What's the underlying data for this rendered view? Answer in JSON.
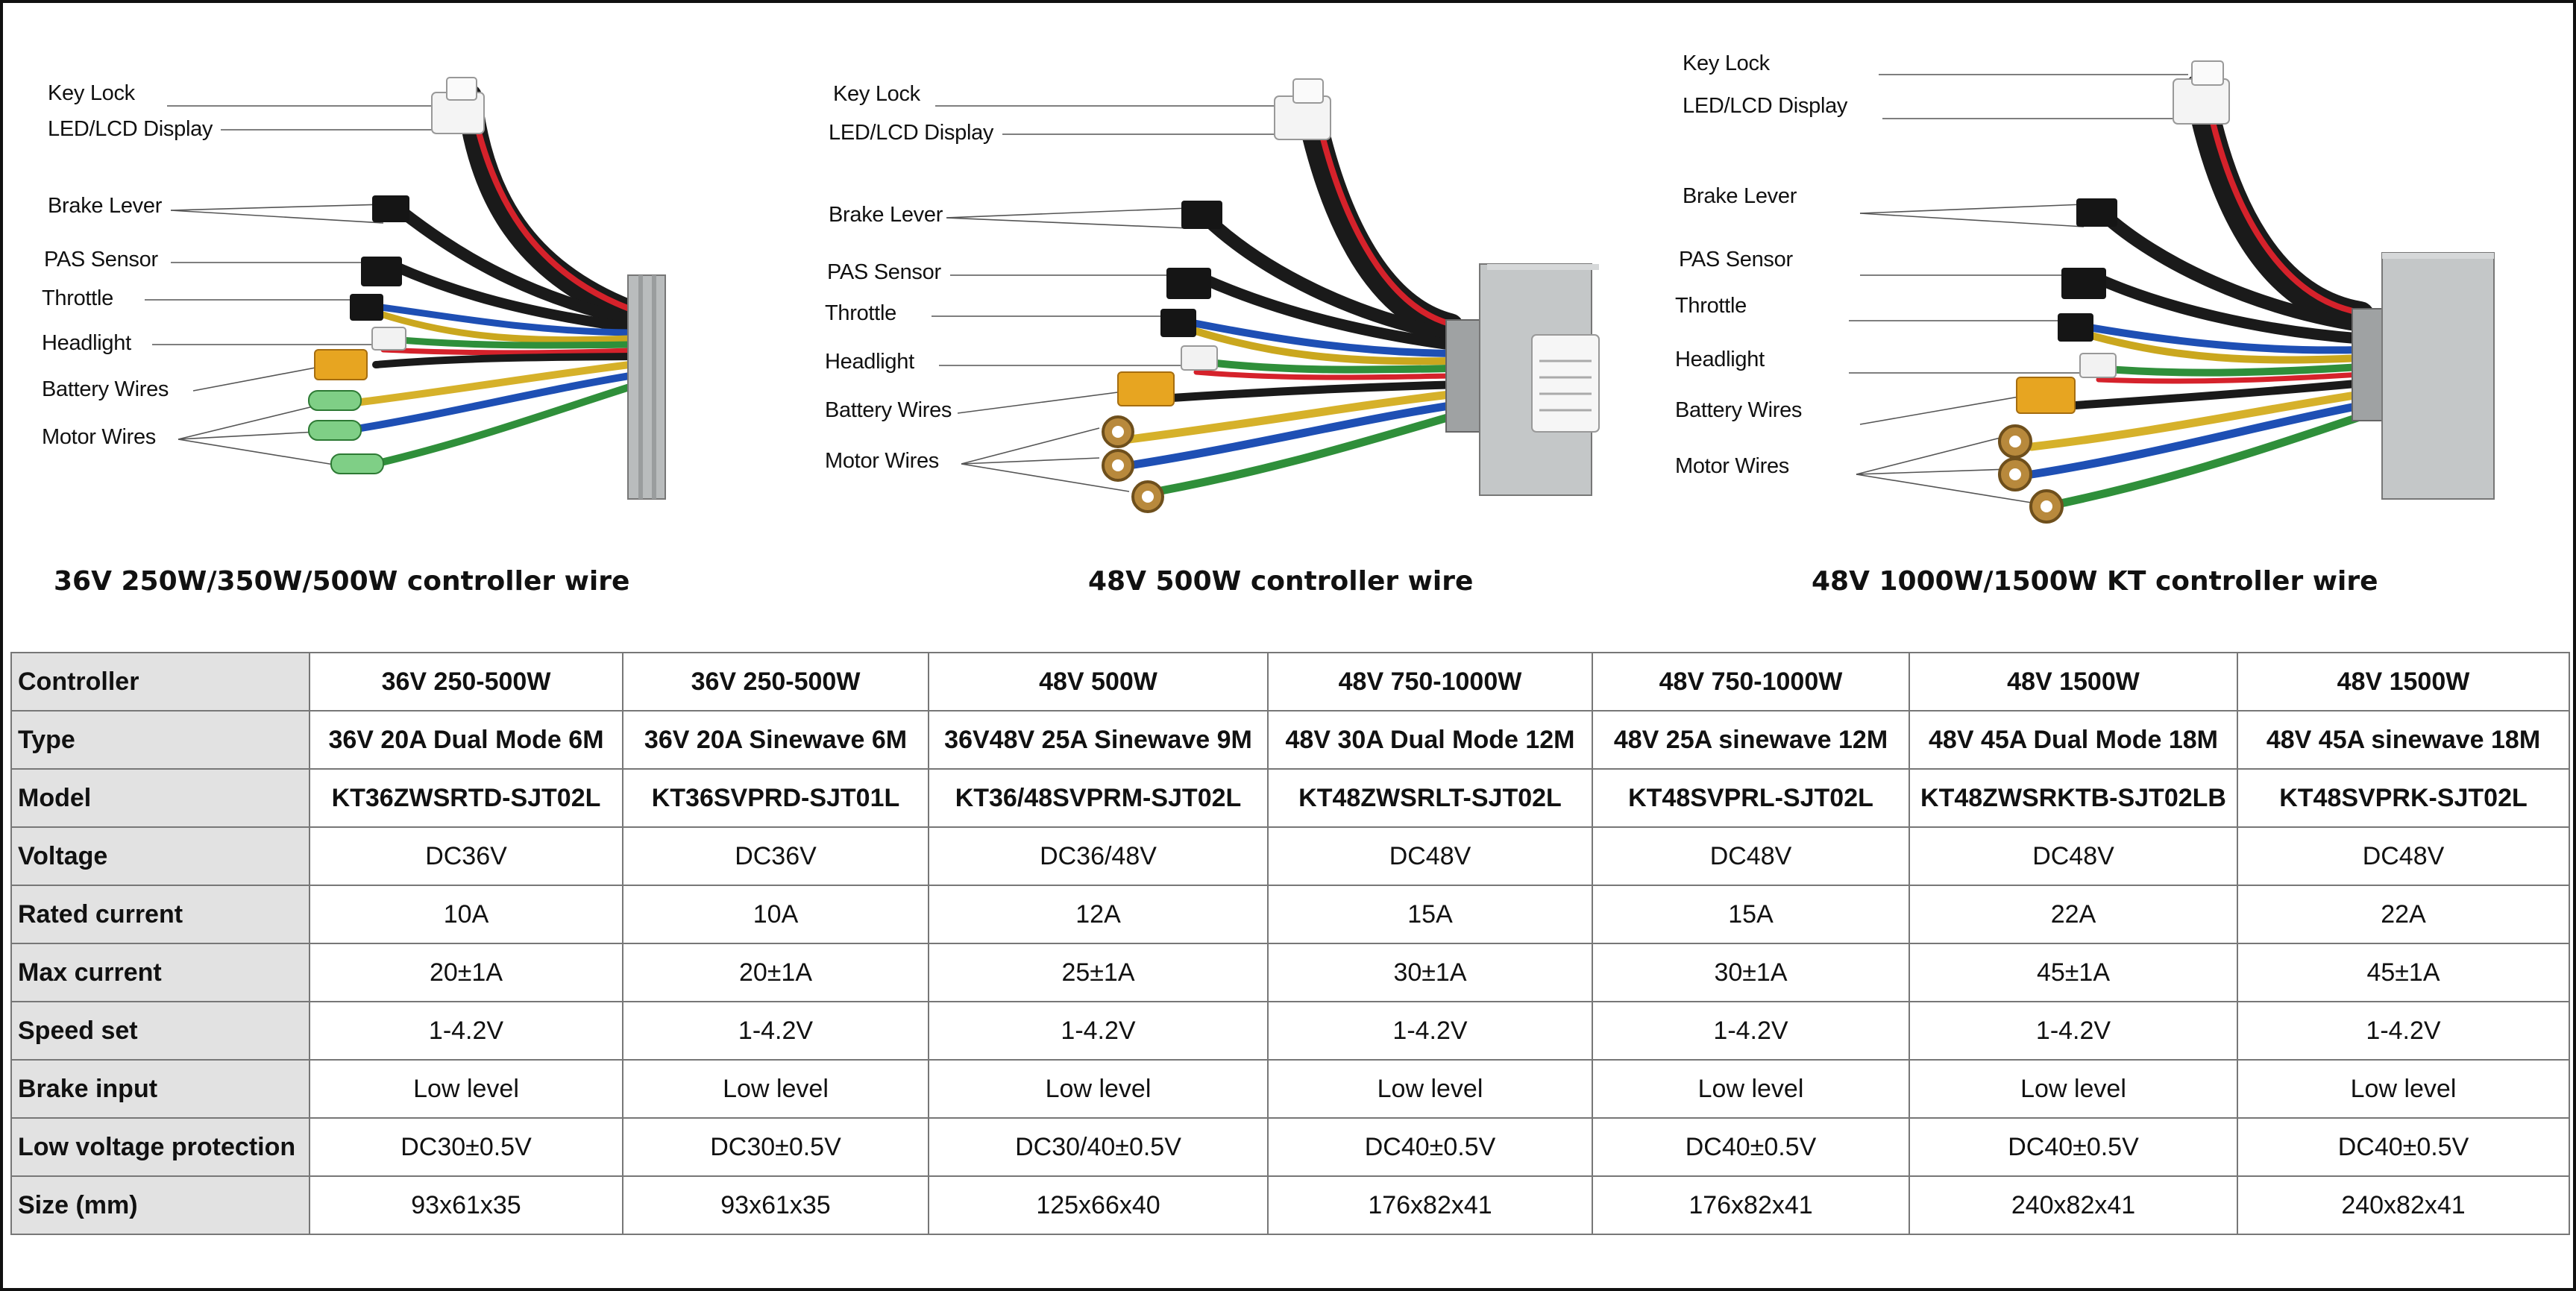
{
  "panels": [
    {
      "labels": [
        "Key Lock",
        "LED/LCD Display",
        "Brake Lever",
        "PAS Sensor",
        "Throttle",
        "Headlight",
        "Battery Wires",
        "Motor Wires"
      ],
      "caption": "36V 250W/350W/500W controller wire"
    },
    {
      "labels": [
        "Key Lock",
        "LED/LCD Display",
        "Brake Lever",
        "PAS Sensor",
        "Throttle",
        "Headlight",
        "Battery Wires",
        "Motor Wires"
      ],
      "caption": "48V 500W controller wire"
    },
    {
      "labels": [
        "Key Lock",
        "LED/LCD Display",
        "Brake Lever",
        "PAS Sensor",
        "Throttle",
        "Headlight",
        "Battery Wires",
        "Motor Wires"
      ],
      "caption": "48V 1000W/1500W KT controller wire"
    }
  ],
  "table": {
    "rows": [
      {
        "label": "Controller",
        "cells": [
          "36V 250-500W",
          "36V 250-500W",
          "48V 500W",
          "48V 750-1000W",
          "48V 750-1000W",
          "48V 1500W",
          "48V 1500W"
        ],
        "bold": true
      },
      {
        "label": "Type",
        "cells": [
          "36V 20A Dual Mode 6M",
          "36V 20A Sinewave 6M",
          "36V48V 25A Sinewave 9M",
          "48V 30A Dual Mode 12M",
          "48V 25A sinewave 12M",
          "48V 45A Dual Mode 18M",
          "48V 45A sinewave 18M"
        ],
        "bold": true
      },
      {
        "label": "Model",
        "cells": [
          "KT36ZWSRTD-SJT02L",
          "KT36SVPRD-SJT01L",
          "KT36/48SVPRM-SJT02L",
          "KT48ZWSRLT-SJT02L",
          "KT48SVPRL-SJT02L",
          "KT48ZWSRKTB-SJT02LB",
          "KT48SVPRK-SJT02L"
        ],
        "bold": true
      },
      {
        "label": "Voltage",
        "cells": [
          "DC36V",
          "DC36V",
          "DC36/48V",
          "DC48V",
          "DC48V",
          "DC48V",
          "DC48V"
        ],
        "bold": false
      },
      {
        "label": "Rated current",
        "cells": [
          "10A",
          "10A",
          "12A",
          "15A",
          "15A",
          "22A",
          "22A"
        ],
        "bold": false
      },
      {
        "label": "Max current",
        "cells": [
          "20±1A",
          "20±1A",
          "25±1A",
          "30±1A",
          "30±1A",
          "45±1A",
          "45±1A"
        ],
        "bold": false
      },
      {
        "label": "Speed set",
        "cells": [
          "1-4.2V",
          "1-4.2V",
          "1-4.2V",
          "1-4.2V",
          "1-4.2V",
          "1-4.2V",
          "1-4.2V"
        ],
        "bold": false
      },
      {
        "label": "Brake input",
        "cells": [
          "Low level",
          "Low level",
          "Low level",
          "Low level",
          "Low level",
          "Low level",
          "Low level"
        ],
        "bold": false
      },
      {
        "label": "Low voltage protection",
        "cells": [
          "DC30±0.5V",
          "DC30±0.5V",
          "DC30/40±0.5V",
          "DC40±0.5V",
          "DC40±0.5V",
          "DC40±0.5V",
          "DC40±0.5V"
        ],
        "bold": false
      },
      {
        "label": "Size (mm)",
        "cells": [
          "93x61x35",
          "93x61x35",
          "125x66x40",
          "176x82x41",
          "176x82x41",
          "240x82x41",
          "240x82x41"
        ],
        "bold": false
      }
    ]
  },
  "colors": {
    "header_bg": "#e2e2e2",
    "border": "#777777"
  }
}
